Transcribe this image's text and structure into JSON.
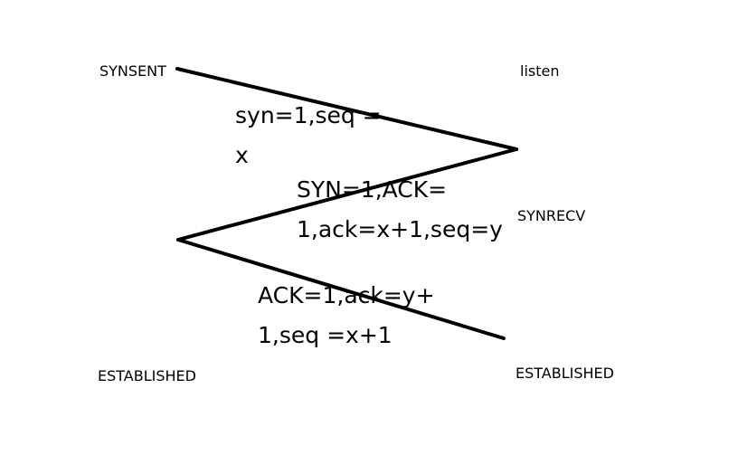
{
  "states": {
    "client_initial": "SYNSENT",
    "server_initial": "listen",
    "server_middle": "SYNRECV",
    "client_final": "ESTABLISHED",
    "server_final": "ESTABLISHED"
  },
  "messages": {
    "syn": [
      "syn=1,seq =",
      "x"
    ],
    "syn_ack": [
      "SYN=1,ACK=",
      "1,ack=x+1,seq=y"
    ],
    "ack": [
      "ACK=1,ack=y+",
      "1,seq =x+1"
    ]
  },
  "colors": {
    "line": "#000000",
    "text": "#000000",
    "background": "#ffffff"
  }
}
